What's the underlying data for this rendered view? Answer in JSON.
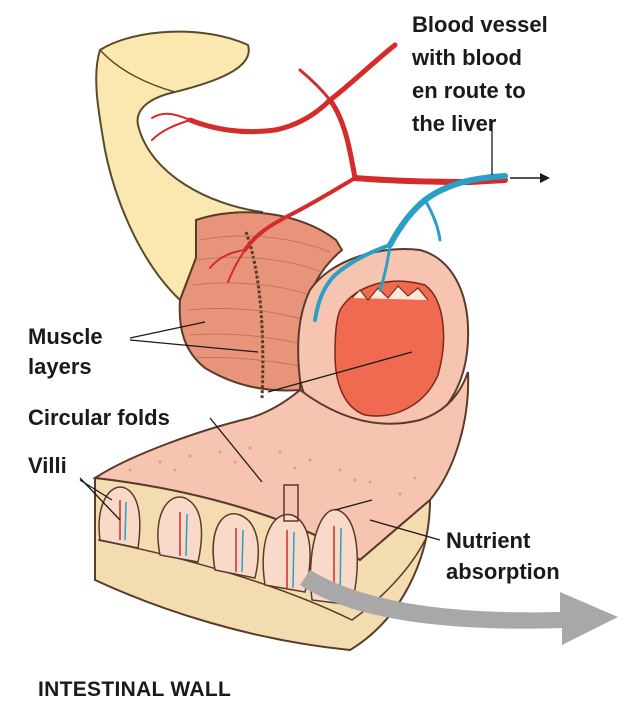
{
  "diagram": {
    "labels": {
      "blood_vessel": [
        "Blood vessel",
        "with blood",
        "en route to",
        "the liver"
      ],
      "muscle_layers": [
        "Muscle",
        "layers"
      ],
      "circular_folds": "Circular folds",
      "villi": "Villi",
      "nutrient_absorption": [
        "Nutrient",
        "absorption"
      ],
      "title": "INTESTINAL WALL"
    },
    "colors": {
      "outer_tissue": "#fbe8b0",
      "muscle": "#e8947a",
      "lumen": "#ef6a50",
      "mucosa": "#f6c4b0",
      "villi": "#f9d9c8",
      "base_layer": "#f3ddb0",
      "artery": "#d52b2b",
      "vein": "#2aa0c8",
      "arrow": "#a8a8a8"
    }
  }
}
